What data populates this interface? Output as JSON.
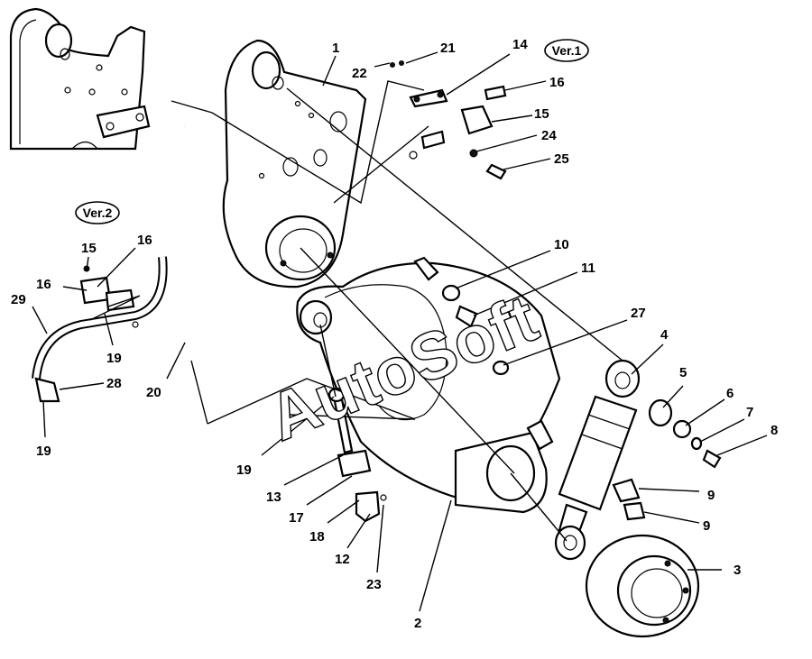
{
  "watermark": "AutoSoft",
  "variants": {
    "ver1": "Ver.1",
    "ver2": "Ver.2"
  },
  "callouts": {
    "c1": "1",
    "c2": "2",
    "c3": "3",
    "c4": "4",
    "c5": "5",
    "c6": "6",
    "c7": "7",
    "c8": "8",
    "c9a": "9",
    "c9b": "9",
    "c10": "10",
    "c11": "11",
    "c12": "12",
    "c13": "13",
    "c14": "14",
    "c15a": "15",
    "c15b": "15",
    "c16a": "16",
    "c16b": "16",
    "c16c": "16",
    "c17": "17",
    "c18": "18",
    "c19a": "19",
    "c19b": "19",
    "c19c": "19",
    "c20": "20",
    "c21": "21",
    "c22": "22",
    "c23": "23",
    "c24": "24",
    "c25": "25",
    "c27": "27",
    "c28": "28",
    "c29": "29"
  }
}
